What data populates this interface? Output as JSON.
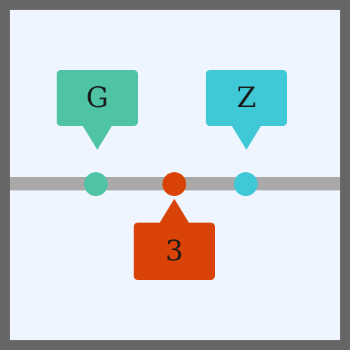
{
  "colors": {
    "frame": "#666666",
    "background": "#eef5fe",
    "track": "#a9a9a9",
    "teal_green": "#4fc4a5",
    "cyan": "#3fc8d6",
    "orange_red": "#d94307"
  },
  "markers": [
    {
      "label": "G",
      "color": "#4fc4a5",
      "callout_position": "above"
    },
    {
      "label": "3",
      "color": "#d94307",
      "callout_position": "below"
    },
    {
      "label": "Z",
      "color": "#3fc8d6",
      "callout_position": "above"
    }
  ]
}
